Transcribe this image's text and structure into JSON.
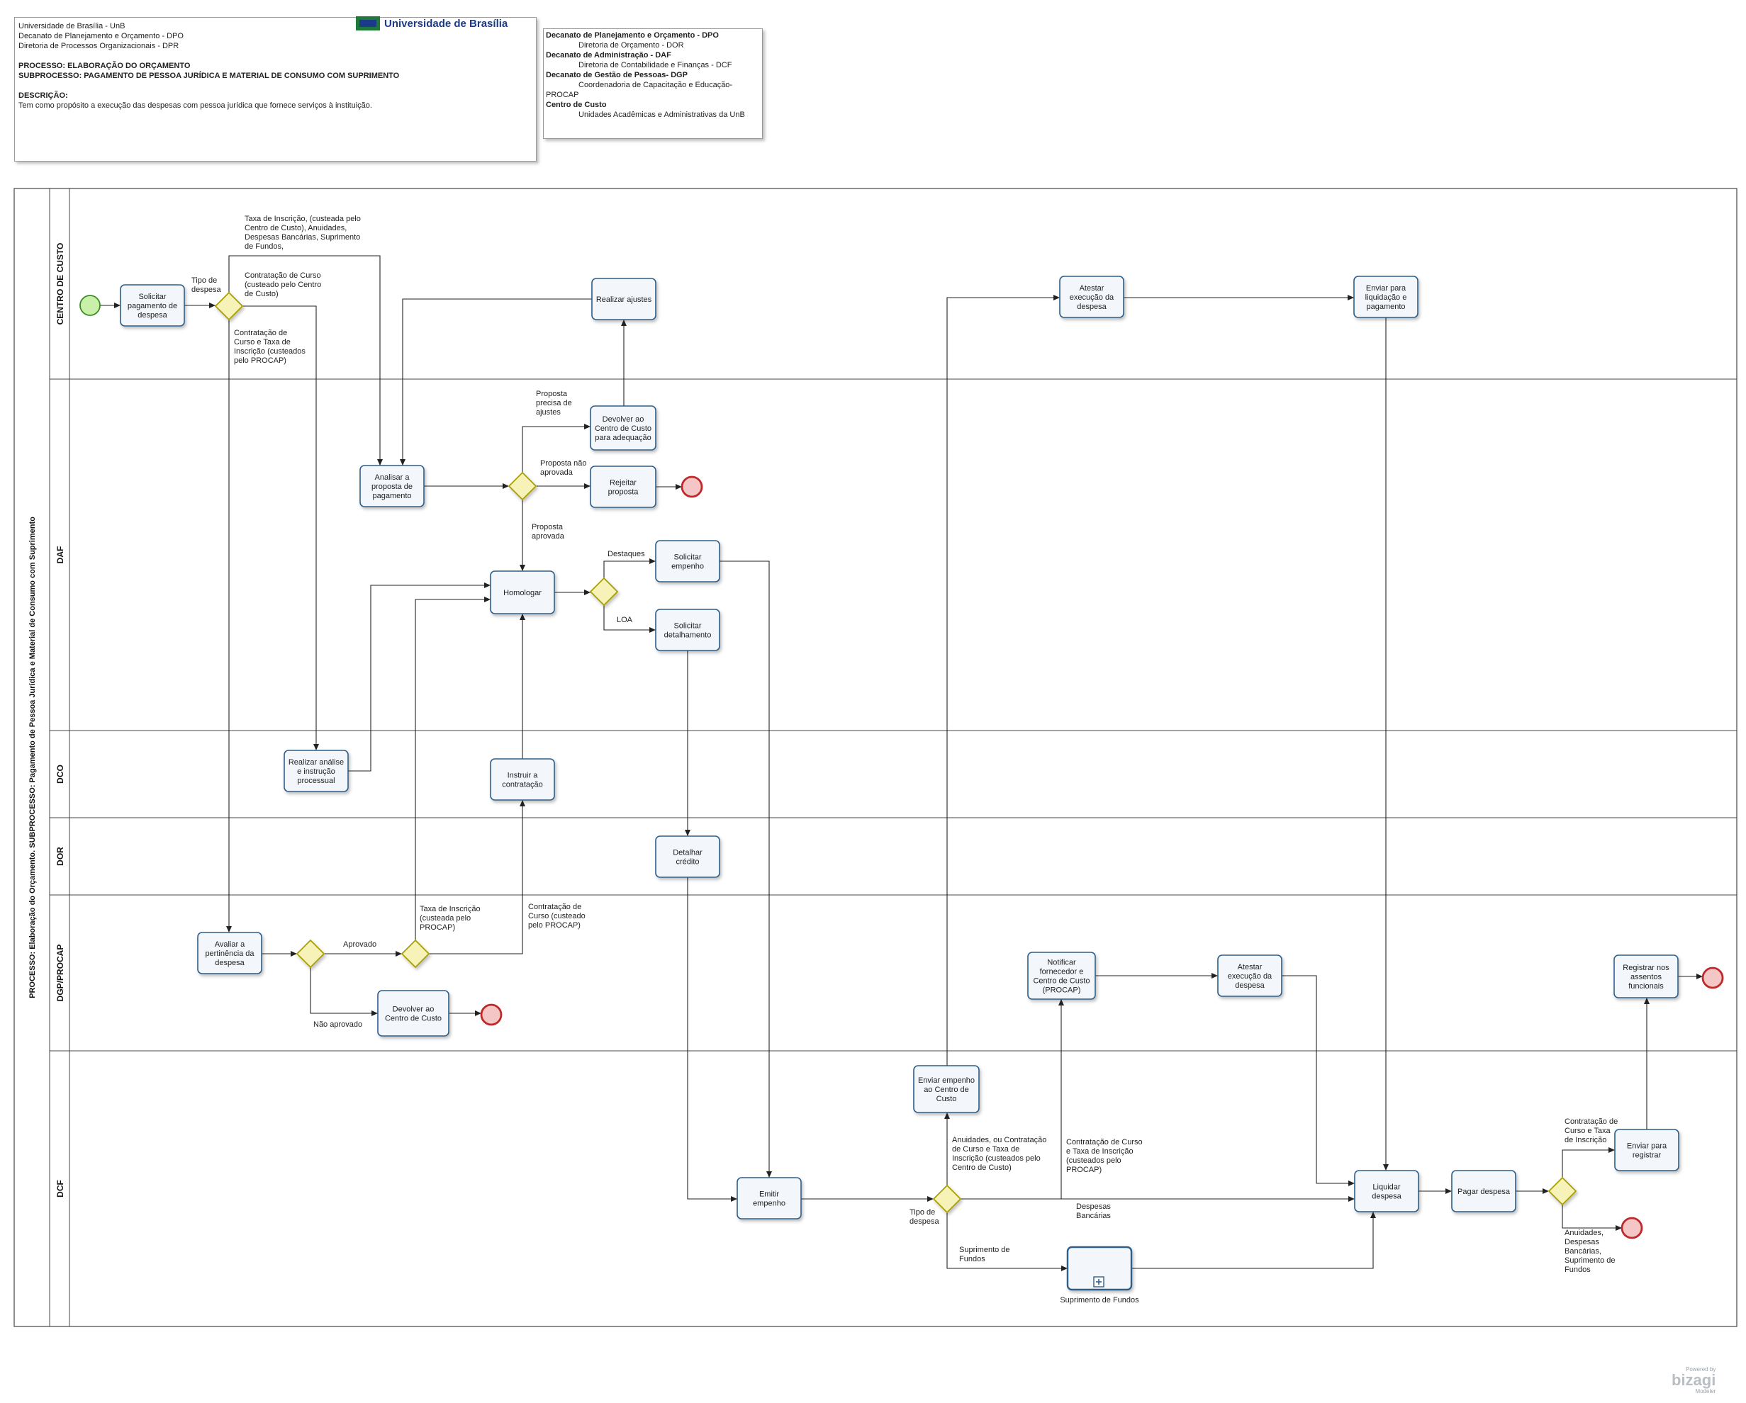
{
  "header": {
    "lines": [
      "Universidade de Brasília - UnB",
      "Decanato de Planejamento e Orçamento - DPO",
      "Diretoria de Processos Organizacionais - DPR"
    ],
    "process": "PROCESSO: ELABORAÇÃO DO ORÇAMENTO",
    "subprocess": "SUBPROCESSO: PAGAMENTO DE PESSOA JURÍDICA E MATERIAL DE CONSUMO COM SUPRIMENTO",
    "desc_title": "DESCRIÇÃO:",
    "desc_text": "Tem como propósito a execução das despesas com pessoa jurídica que fornece serviços à instituição.",
    "logo_text": "Universidade de Brasília"
  },
  "legend": [
    {
      "text": "Decanato de Planejamento e Orçamento - DPO",
      "bold": true
    },
    {
      "text": "Diretoria de Orçamento - DOR",
      "bold": false
    },
    {
      "text": "Decanato de Administração - DAF",
      "bold": true
    },
    {
      "text": "Diretoria de Contabilidade e Finanças - DCF",
      "bold": false
    },
    {
      "text": "Decanato de Gestão de Pessoas- DGP",
      "bold": true
    },
    {
      "text": "Coordenadoria de Capacitação e Educação-",
      "bold": false
    },
    {
      "text": "PROCAP",
      "bold": false,
      "flush": true
    },
    {
      "text": "Centro de Custo",
      "bold": true
    },
    {
      "text": "Unidades Acadêmicas e Administrativas da UnB",
      "bold": false
    }
  ],
  "pool": {
    "label": "PROCESSO: Elaboração do Orçamento. SUBPROCESSO: Pagamento de Pessoa Jurídica e Material de Consumo com Suprimento",
    "lanes": [
      "CENTRO DE CUSTO",
      "DAF",
      "DCO",
      "DOR",
      "DGP/PROCAP",
      "DCF"
    ]
  },
  "tasks": {
    "t_solicitar_pag": [
      "Solicitar",
      "pagamento de",
      "despesa"
    ],
    "t_analisar": [
      "Analisar a",
      "proposta de",
      "pagamento"
    ],
    "t_realizar_ajustes": [
      "Realizar ajustes"
    ],
    "t_devolver_cc": [
      "Devolver ao",
      "Centro de Custo",
      "para adequação"
    ],
    "t_rejeitar": [
      "Rejeitar",
      "proposta"
    ],
    "t_homologar": [
      "Homologar"
    ],
    "t_sol_empenho": [
      "Solicitar",
      "empenho"
    ],
    "t_sol_detalh": [
      "Solicitar",
      "detalhamento"
    ],
    "t_realizar_analise": [
      "Realizar análise",
      "e instrução",
      "processual"
    ],
    "t_instruir": [
      "Instruir a",
      "contratação"
    ],
    "t_detalhar": [
      "Detalhar",
      "crédito"
    ],
    "t_avaliar": [
      "Avaliar a",
      "pertinência da",
      "despesa"
    ],
    "t_devolver_cc2": [
      "Devolver ao",
      "Centro de Custo"
    ],
    "t_atestar_cc": [
      "Atestar",
      "execução da",
      "despesa"
    ],
    "t_enviar_liq": [
      "Enviar para",
      "liquidação e",
      "pagamento"
    ],
    "t_notificar": [
      "Notificar",
      "fornecedor e",
      "Centro de Custo",
      "(PROCAP)"
    ],
    "t_atestar_procap": [
      "Atestar",
      "execução da",
      "despesa"
    ],
    "t_registrar_assent": [
      "Registrar nos",
      "assentos",
      "funcionais"
    ],
    "t_enviar_emp_cc": [
      "Enviar empenho",
      "ao Centro de",
      "Custo"
    ],
    "t_emitir": [
      "Emitir",
      "empenho"
    ],
    "t_liquidar": [
      "Liquidar",
      "despesa"
    ],
    "t_pagar": [
      "Pagar despesa"
    ],
    "t_enviar_reg": [
      "Enviar para",
      "registrar"
    ],
    "t_suprimento": [
      "Suprimento de Fundos"
    ]
  },
  "labels": {
    "l1": [
      "Tipo de",
      "despesa"
    ],
    "l2": [
      "Taxa de Inscrição,  (custeada pelo",
      "Centro de Custo), Anuidades,",
      "Despesas Bancárias, Suprimento",
      "de Fundos,"
    ],
    "l3": [
      "Contratação de Curso",
      "(custeado pelo Centro",
      "de Custo)"
    ],
    "l4": [
      "Contratação de",
      "Curso e Taxa de",
      "Inscrição (custeados",
      "pelo PROCAP)"
    ],
    "l5": [
      "Proposta",
      "precisa de",
      "ajustes"
    ],
    "l6": [
      "Proposta não",
      "aprovada"
    ],
    "l7": [
      "Proposta",
      "aprovada"
    ],
    "l8": [
      "Destaques"
    ],
    "l9": [
      "LOA"
    ],
    "l10": [
      "Aprovado"
    ],
    "l11": [
      "Não aprovado"
    ],
    "l12": [
      "Taxa de Inscrição",
      "(custeada pelo",
      "PROCAP)"
    ],
    "l13": [
      "Contratação de",
      "Curso (custeado",
      "pelo PROCAP)"
    ],
    "l14": [
      "Anuidades, ou Contratação",
      "de Curso e Taxa de",
      "Inscrição (custeados pelo",
      "Centro de Custo)"
    ],
    "l15": [
      "Contratação de Curso",
      "e Taxa de Inscrição",
      "(custeados pelo",
      "PROCAP)"
    ],
    "l16": [
      "Tipo de",
      "despesa"
    ],
    "l17": [
      "Despesas",
      "Bancárias"
    ],
    "l18": [
      "Suprimento de",
      "Fundos"
    ],
    "l19": [
      "Contratação de",
      "Curso e Taxa",
      "de Inscrição"
    ],
    "l20": [
      "Anuidades,",
      "Despesas",
      "Bancárias,",
      "Suprimento de",
      "Fundos"
    ]
  },
  "watermark": {
    "small": "Powered by",
    "brand": "bizagi",
    "sub": "Modeler"
  },
  "colors": {
    "task_fill": "#f3f7fb",
    "task_stroke": "#2f5f8a",
    "gateway_fill": "#f7f3b8",
    "gateway_stroke": "#a8a000",
    "start_fill": "#c8f0a8",
    "start_stroke": "#3c8c22",
    "end_fill": "#f4c6c6",
    "end_stroke": "#c0282a"
  }
}
